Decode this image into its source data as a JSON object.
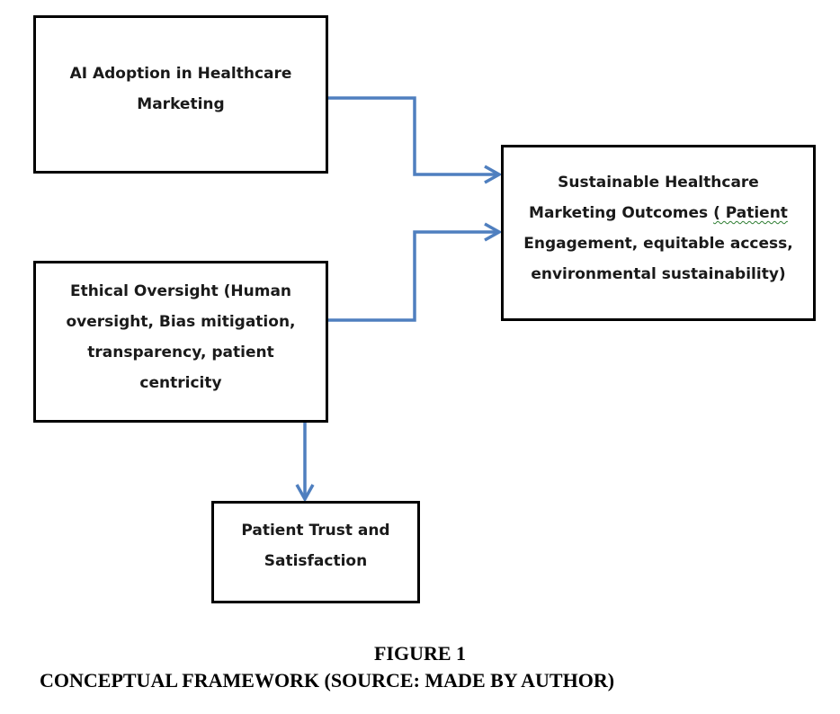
{
  "nodes": {
    "ai_adoption": {
      "lines": [
        "AI Adoption in Healthcare",
        "Marketing"
      ]
    },
    "outcomes": {
      "line1": "Sustainable Healthcare",
      "line2_before": "Marketing Outcomes ",
      "line2_squiggle": "( Patient",
      "line3": "Engagement, equitable access,",
      "line4": "environmental sustainability)"
    },
    "ethical_oversight": {
      "lines": [
        "Ethical Oversight (Human",
        "oversight, Bias mitigation,",
        "transparency, patient",
        "centricity"
      ]
    },
    "patient_trust": {
      "lines": [
        "Patient Trust and",
        "Satisfaction"
      ]
    }
  },
  "edges": [
    {
      "from": "ai_adoption",
      "to": "outcomes"
    },
    {
      "from": "ethical_oversight",
      "to": "outcomes"
    },
    {
      "from": "ethical_oversight",
      "to": "patient_trust"
    }
  ],
  "colors": {
    "arrow": "#4f7fbf",
    "border": "#000000",
    "text": "#1a1a1a"
  },
  "caption": {
    "figure_number": "FIGURE 1",
    "title": "CONCEPTUAL FRAMEWORK (SOURCE: MADE BY AUTHOR)"
  }
}
